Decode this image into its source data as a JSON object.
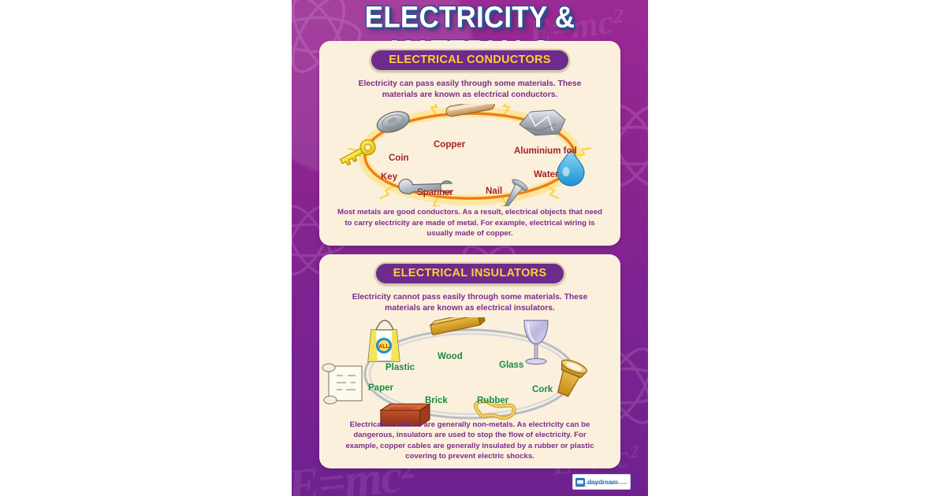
{
  "poster": {
    "title": "ELECTRICITY & MATERIALS",
    "background_color": "#8e2490",
    "card_color": "#fbf0dc",
    "watermarks": [
      "E=mc²",
      "E=mc²",
      "E=mc²"
    ],
    "watermark_icons": [
      "atom-icon",
      "atom-icon",
      "atom-icon",
      "atom-icon",
      "atom-icon"
    ]
  },
  "conductors": {
    "heading": "ELECTRICAL CONDUCTORS",
    "intro": "Electricity can pass easily through some materials. These materials are known as electrical conductors.",
    "outro": "Most metals are good conductors. As a result, electrical objects that need to carry electricity are made of metal. For example, electrical wiring is usually made of copper.",
    "label_color": "#a3221e",
    "ring_color": "#f07d1a",
    "spark_color": "#ffd23a",
    "items": [
      {
        "label": "Copper",
        "icon": "copper-rod-icon"
      },
      {
        "label": "Aluminium foil",
        "icon": "aluminium-foil-icon"
      },
      {
        "label": "Coin",
        "icon": "coin-icon"
      },
      {
        "label": "Water",
        "icon": "water-drop-icon"
      },
      {
        "label": "Key",
        "icon": "key-icon"
      },
      {
        "label": "Nail",
        "icon": "nail-icon"
      },
      {
        "label": "Spanner",
        "icon": "spanner-icon"
      }
    ]
  },
  "insulators": {
    "heading": "ELECTRICAL INSULATORS",
    "intro": "Electricity cannot pass easily through some materials. These materials are known as electrical insulators.",
    "outro": "Electrical insulators are generally non-metals. As electricity can be dangerous, insulators are used to stop the flow of electricity. For example, copper cables are generally insulated by a rubber or plastic covering to prevent electric shocks.",
    "label_color": "#1a8a3c",
    "ring_color": "#b9bcc4",
    "items": [
      {
        "label": "Wood",
        "icon": "wood-plank-icon"
      },
      {
        "label": "Glass",
        "icon": "wine-glass-icon"
      },
      {
        "label": "Plastic",
        "icon": "plastic-bag-icon"
      },
      {
        "label": "Cork",
        "icon": "cork-icon"
      },
      {
        "label": "Paper",
        "icon": "paper-scroll-icon"
      },
      {
        "label": "Rubber",
        "icon": "rubber-band-icon"
      },
      {
        "label": "Brick",
        "icon": "brick-icon"
      }
    ]
  },
  "footer": {
    "logo_name": "daydream",
    "logo_tagline": "Educational Resources 100% Curriculum Matched",
    "logo_color": "#2b74c4"
  }
}
